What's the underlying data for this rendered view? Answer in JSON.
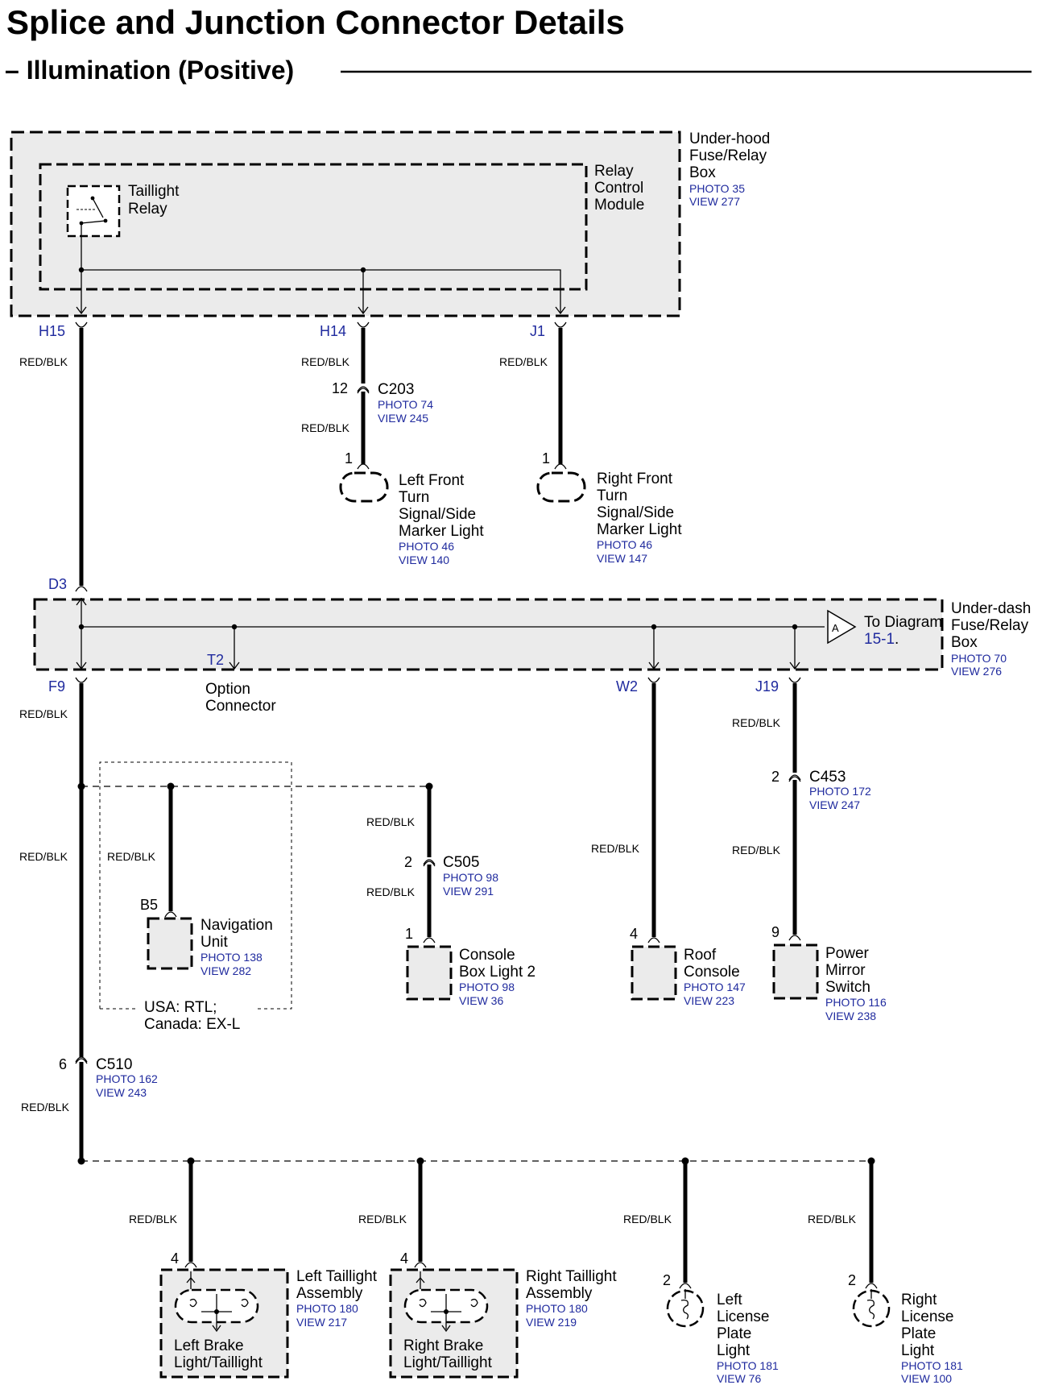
{
  "title": "Splice and Junction Connector Details",
  "subtitle": "– Illumination (Positive)",
  "wire_color": "RED/BLK",
  "underhood_box": {
    "name_1": "Under-hood",
    "name_2": "Fuse/Relay",
    "name_3": "Box",
    "photo": "PHOTO 35",
    "view": "VIEW 277"
  },
  "relay_module": {
    "name_1": "Relay",
    "name_2": "Control",
    "name_3": "Module"
  },
  "taillight_relay": {
    "name_1": "Taillight",
    "name_2": "Relay"
  },
  "pins": {
    "h15": "H15",
    "h14": "H14",
    "j1": "J1",
    "d3": "D3",
    "f9": "F9",
    "t2": "T2",
    "w2": "W2",
    "j19": "J19",
    "b5": "B5"
  },
  "c203": {
    "name": "C203",
    "pin": "12",
    "photo": "PHOTO 74",
    "view": "VIEW 245"
  },
  "left_front_turn": {
    "pin": "1",
    "name_1": "Left Front",
    "name_2": "Turn",
    "name_3": "Signal/Side",
    "name_4": "Marker Light",
    "photo": "PHOTO 46",
    "view": "VIEW 140"
  },
  "right_front_turn": {
    "pin": "1",
    "name_1": "Right Front",
    "name_2": "Turn",
    "name_3": "Signal/Side",
    "name_4": "Marker Light",
    "photo": "PHOTO 46",
    "view": "VIEW 147"
  },
  "underdash_box": {
    "name_1": "Under-dash",
    "name_2": "Fuse/Relay",
    "name_3": "Box",
    "photo": "PHOTO 70",
    "view": "VIEW 276"
  },
  "to_diagram": {
    "marker": "A",
    "label": "To Diagram",
    "ref": "15-1",
    "period": "."
  },
  "option_connector": {
    "name_1": "Option",
    "name_2": "Connector"
  },
  "c453": {
    "name": "C453",
    "pin": "2",
    "photo": "PHOTO 172",
    "view": "VIEW 247"
  },
  "c505": {
    "name": "C505",
    "pin": "2",
    "photo": "PHOTO 98",
    "view": "VIEW 291"
  },
  "navigation_unit": {
    "name_1": "Navigation",
    "name_2": "Unit",
    "photo": "PHOTO 138",
    "view": "VIEW 282"
  },
  "nav_note": {
    "line_1": "USA: RTL;",
    "line_2": "Canada: EX-L"
  },
  "console_box_light": {
    "pin": "1",
    "name_1": "Console",
    "name_2": "Box Light 2",
    "photo": "PHOTO 98",
    "view": "VIEW 36"
  },
  "roof_console": {
    "pin": "4",
    "name_1": "Roof",
    "name_2": "Console",
    "photo": "PHOTO 147",
    "view": "VIEW 223"
  },
  "power_mirror_switch": {
    "pin": "9",
    "name_1": "Power",
    "name_2": "Mirror",
    "name_3": "Switch",
    "photo": "PHOTO 116",
    "view": "VIEW 238"
  },
  "c510": {
    "name": "C510",
    "pin": "6",
    "photo": "PHOTO 162",
    "view": "VIEW 243"
  },
  "left_taillight": {
    "pin": "4",
    "name_1": "Left Taillight",
    "name_2": "Assembly",
    "photo": "PHOTO 180",
    "view": "VIEW 217",
    "inner_1": "Left Brake",
    "inner_2": "Light/Taillight"
  },
  "right_taillight": {
    "pin": "4",
    "name_1": "Right Taillight",
    "name_2": "Assembly",
    "photo": "PHOTO 180",
    "view": "VIEW 219",
    "inner_1": "Right Brake",
    "inner_2": "Light/Taillight"
  },
  "left_license": {
    "pin": "2",
    "name_1": "Left",
    "name_2": "License",
    "name_3": "Plate",
    "name_4": "Light",
    "photo": "PHOTO 181",
    "view": "VIEW 76"
  },
  "right_license": {
    "pin": "2",
    "name_1": "Right",
    "name_2": "License",
    "name_3": "Plate",
    "name_4": "Light",
    "photo": "PHOTO 181",
    "view": "VIEW 100"
  }
}
